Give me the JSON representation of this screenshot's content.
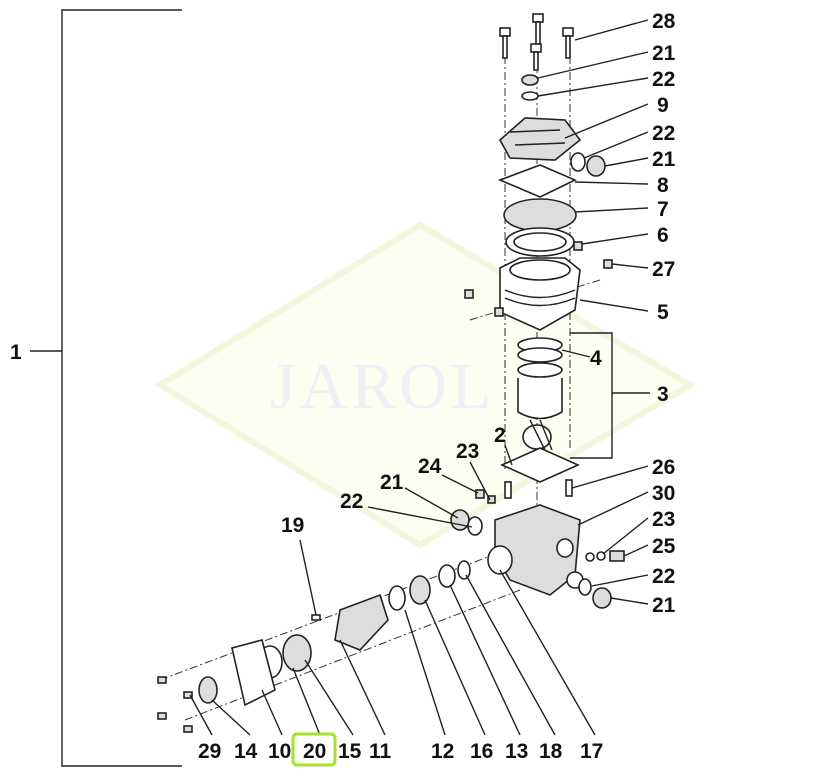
{
  "watermark": "JAROL",
  "assembly_label": "1",
  "callouts": {
    "right": [
      "28",
      "21",
      "22",
      "9",
      "22",
      "21",
      "8",
      "7",
      "6",
      "27",
      "5",
      "4",
      "3",
      "26",
      "30",
      "23",
      "25",
      "22",
      "21"
    ],
    "mid": [
      "2",
      "23",
      "24",
      "21",
      "22",
      "19"
    ],
    "bottom": [
      "29",
      "14",
      "10",
      "20",
      "15",
      "11",
      "12",
      "16",
      "13",
      "18",
      "17"
    ]
  },
  "highlight": {
    "label": "20",
    "color": "#a6e22e"
  }
}
